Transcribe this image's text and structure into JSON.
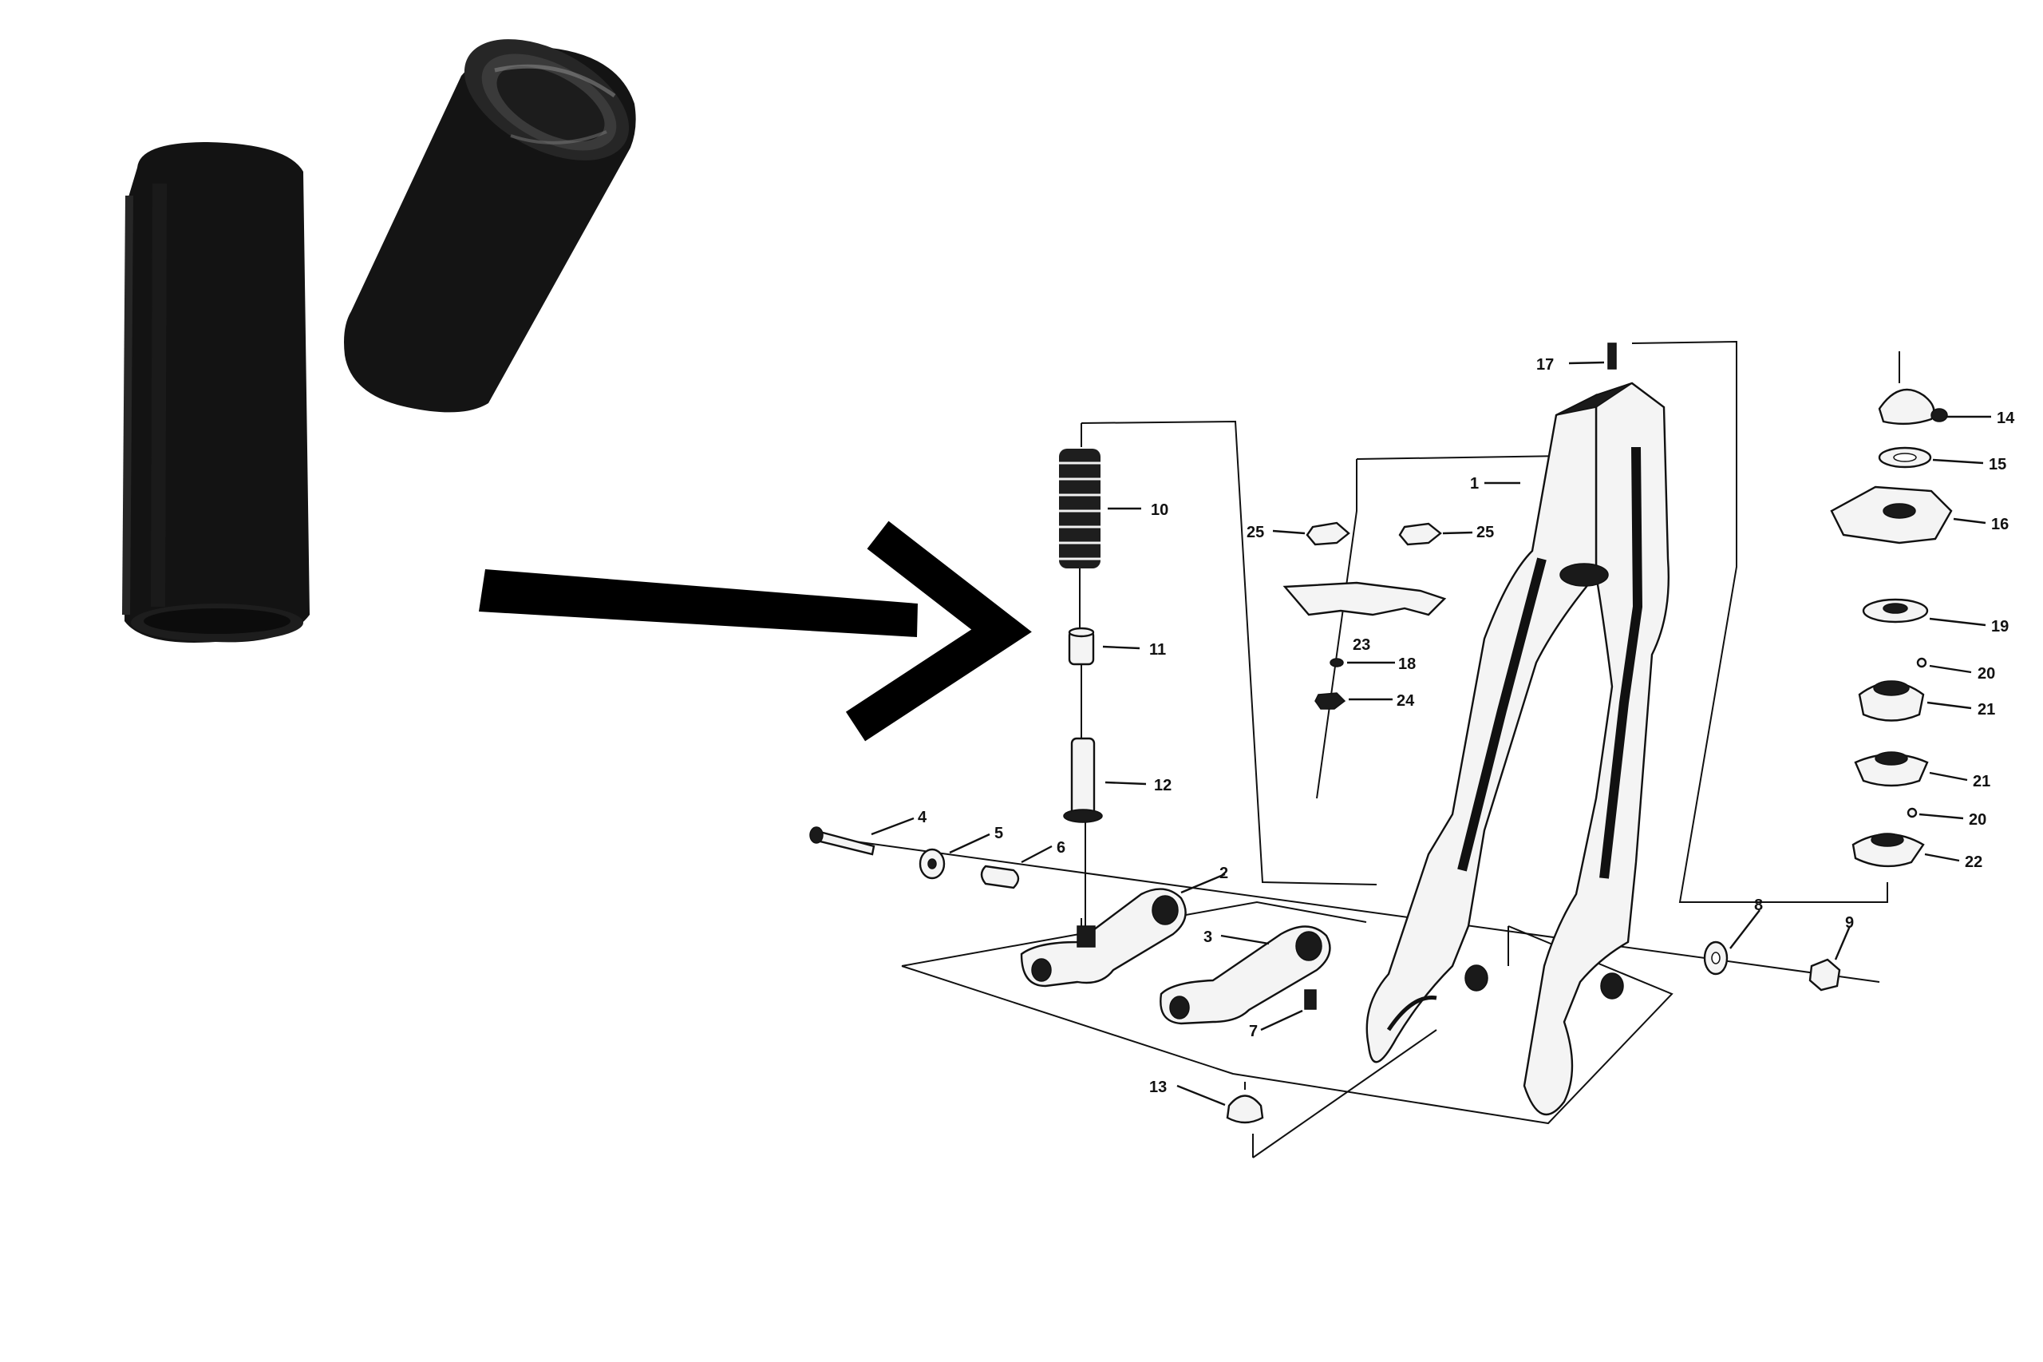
{
  "image": {
    "colors": {
      "background": "#ffffff",
      "rubber": "#121212",
      "arrow": "#000000",
      "lineart": "#111111"
    },
    "photo": {
      "subject": "two-black-rubber-bushings"
    },
    "arrow": {
      "direction": "right"
    },
    "diagram": {
      "callouts": [
        "1",
        "2",
        "3",
        "4",
        "5",
        "6",
        "7",
        "8",
        "9",
        "10",
        "11",
        "12",
        "13",
        "14",
        "15",
        "16",
        "17",
        "18",
        "19",
        "20",
        "20",
        "21",
        "21",
        "22",
        "23",
        "24",
        "25",
        "25"
      ]
    }
  }
}
